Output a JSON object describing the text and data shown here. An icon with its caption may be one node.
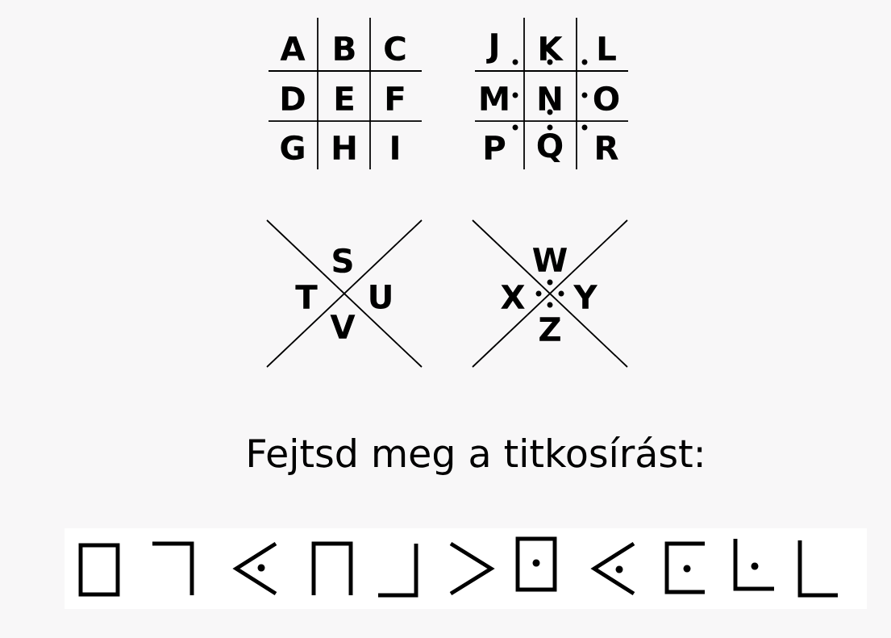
{
  "diagram": {
    "title": "Fejtsd meg a titkosírást:",
    "labels": [
      "A",
      "B",
      "C",
      "D",
      "E",
      "F",
      "G",
      "H",
      "I",
      "J",
      "K",
      "L",
      "M",
      "N",
      "O",
      "P",
      "Q",
      "R",
      "S",
      "T",
      "U",
      "V",
      "W",
      "X",
      "Y",
      "Z"
    ]
  }
}
